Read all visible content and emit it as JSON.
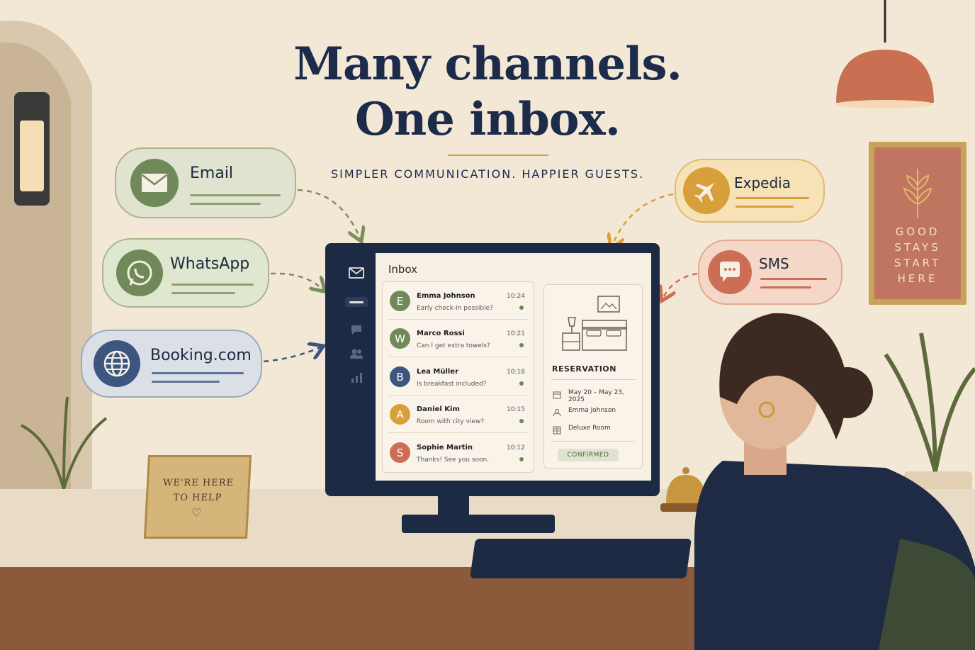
{
  "headline": {
    "line1": "Many channels.",
    "line2": "One inbox.",
    "tagline": "SIMPLER COMMUNICATION. HAPPIER GUESTS."
  },
  "channels": [
    {
      "label": "Email",
      "icon": "envelope-icon",
      "color": "#6f8a58",
      "bg": "#dfe3cf"
    },
    {
      "label": "WhatsApp",
      "icon": "whatsapp-icon",
      "color": "#6f8a58",
      "bg": "#dfe8cf"
    },
    {
      "label": "Booking.com",
      "icon": "globe-icon",
      "color": "#3d5680",
      "bg": "#dbe0e6"
    },
    {
      "label": "Expedia",
      "icon": "airplane-icon",
      "color": "#d8a03a",
      "bg": "#f6e2b6"
    },
    {
      "label": "SMS",
      "icon": "chat-bubble-icon",
      "color": "#cc6e55",
      "bg": "#f5d7c8"
    }
  ],
  "inbox": {
    "title": "Inbox",
    "messages": [
      {
        "initial": "E",
        "name": "Emma Johnson",
        "preview": "Early check-in possible?",
        "time": "10:24",
        "color": "#6f8a58"
      },
      {
        "initial": "W",
        "name": "Marco Rossi",
        "preview": "Can I get extra towels?",
        "time": "10:21",
        "color": "#6f8a58"
      },
      {
        "initial": "B",
        "name": "Lea Müller",
        "preview": "Is breakfast included?",
        "time": "10:18",
        "color": "#3d5680"
      },
      {
        "initial": "A",
        "name": "Daniel Kim",
        "preview": "Room with city view?",
        "time": "10:15",
        "color": "#d8a03a"
      },
      {
        "initial": "S",
        "name": "Sophie Martin",
        "preview": "Thanks! See you soon.",
        "time": "10:12",
        "color": "#cc6e55"
      }
    ]
  },
  "reservation": {
    "heading": "RESERVATION",
    "dates": "May 20 – May 23, 2025",
    "guest": "Emma Johnson",
    "room": "Deluxe Room",
    "status": "CONFIRMED"
  },
  "desk_sign": {
    "line1": "WE'RE HERE",
    "line2": "TO HELP"
  },
  "wall_art": {
    "line1": "GOOD",
    "line2": "STAYS",
    "line3": "START",
    "line4": "HERE"
  }
}
